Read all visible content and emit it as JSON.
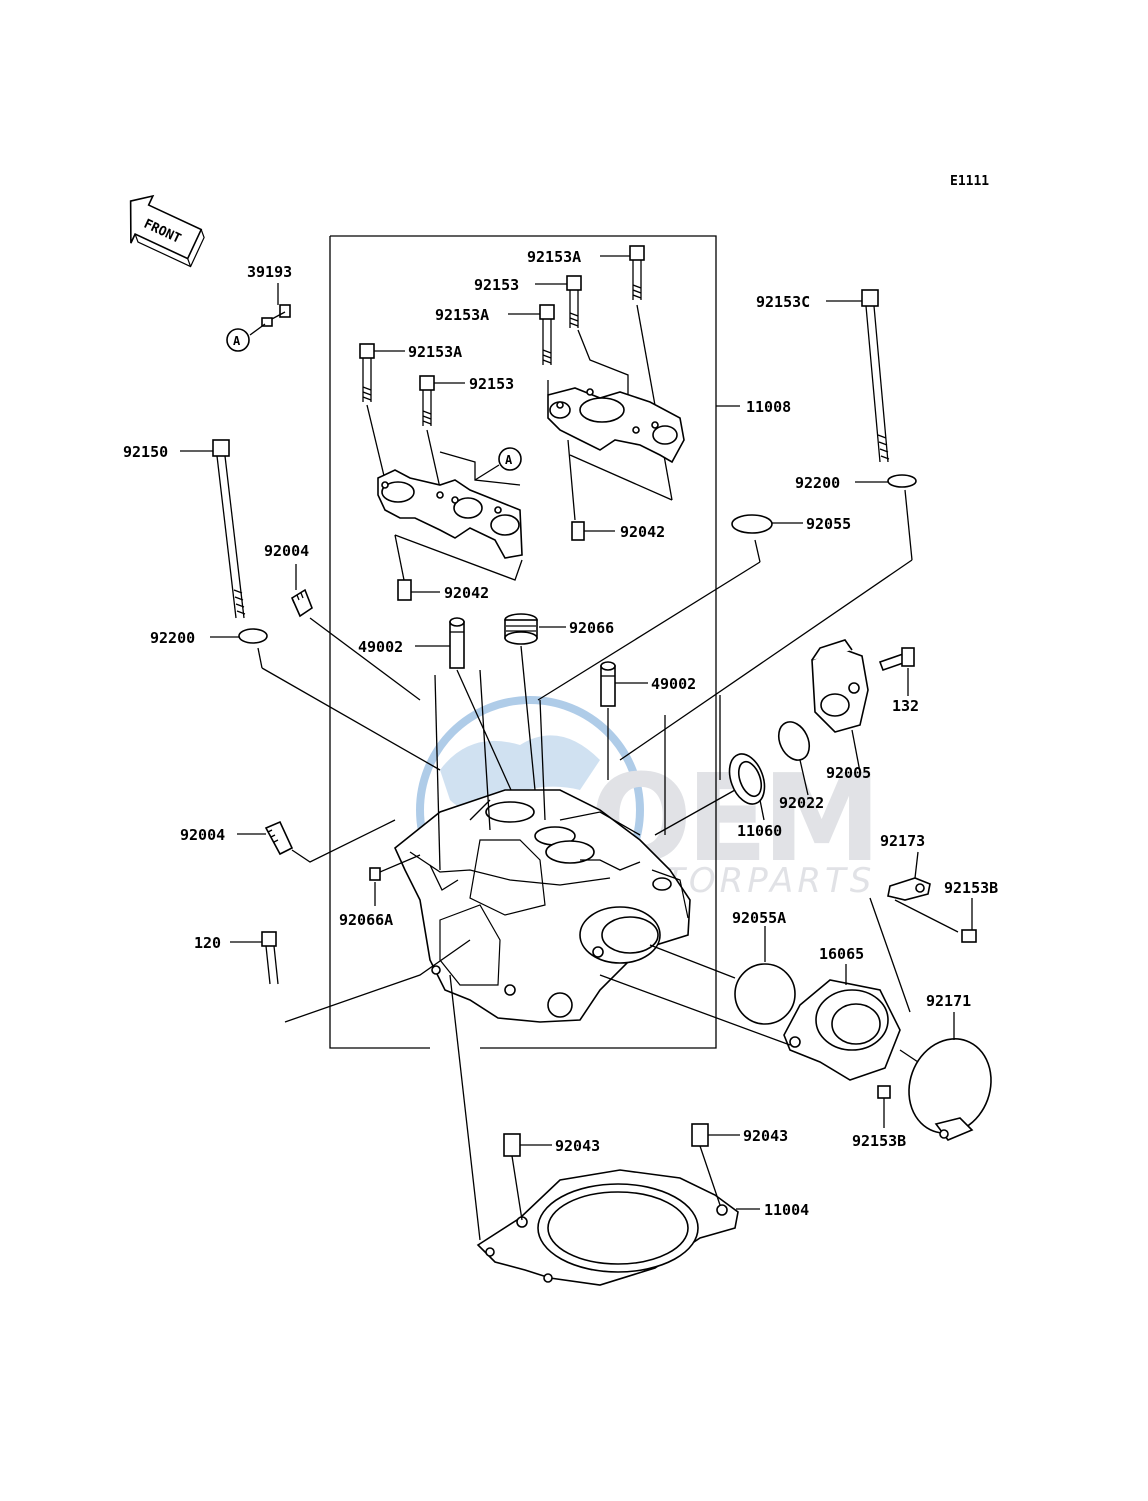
{
  "diagram_code": "E1111",
  "front_label": "FRONT",
  "ref_mark": "A",
  "watermark": {
    "letters": "OEM",
    "sub": "MOTORPARTS"
  },
  "colors": {
    "line": "#000000",
    "watermark_blue": "#6fa3d6",
    "watermark_gray": "#c9ccd2"
  },
  "labels": {
    "p39193": "39193",
    "p92153A_1": "92153A",
    "p92153_1": "92153",
    "p92153A_2": "92153A",
    "p92153A_3": "92153A",
    "p92153_2": "92153",
    "p92153C": "92153C",
    "p11008": "11008",
    "p92150": "92150",
    "p92200_1": "92200",
    "p92042_1": "92042",
    "p92055": "92055",
    "p92004_1": "92004",
    "p92042_2": "92042",
    "p92066": "92066",
    "p92200_2": "92200",
    "p49002_1": "49002",
    "p49002_2": "49002",
    "p132": "132",
    "p92005": "92005",
    "p92022": "92022",
    "p11060": "11060",
    "p92004_2": "92004",
    "p92173": "92173",
    "p92153B_1": "92153B",
    "p92066A": "92066A",
    "p92055A": "92055A",
    "p16065": "16065",
    "p120": "120",
    "p92171": "92171",
    "p92153B_2": "92153B",
    "p92043_1": "92043",
    "p92043_2": "92043",
    "p11004": "11004"
  }
}
